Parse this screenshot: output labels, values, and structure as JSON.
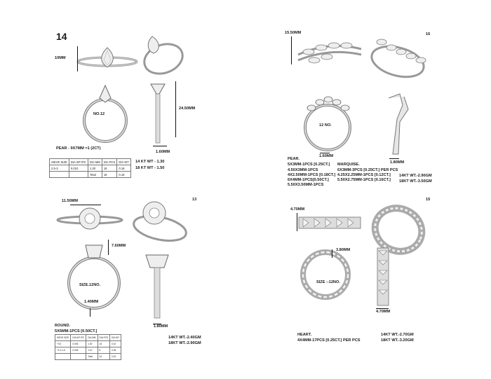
{
  "design14": {
    "number": "14",
    "height": "10MM",
    "side_height": "24.50MM",
    "band_width": "1.60MM",
    "size_label": "NO.12",
    "stone": "PEAR - 9X7MM =1 (2CT)",
    "weights": [
      "14 KT WT - 1.30",
      "18 KT WT - 1.50"
    ],
    "table": {
      "headers": [
        "SIEVE SIZE",
        "DIA WT./PC",
        "DIA MM",
        "DIA PCS",
        "DIA WT"
      ],
      "rows": [
        [
          "2.5-3",
          "0.010",
          "1.30",
          "16",
          "0.16"
        ],
        [
          "",
          "",
          "Total",
          "16",
          "0.16"
        ]
      ]
    }
  },
  "design16": {
    "number": "16",
    "height": "15.50MM",
    "band_width": "1.60MM",
    "side_width": "1.80MM",
    "size_label": "12 NO.",
    "pear_title": "PEAR.",
    "pear_lines": [
      "5X3MM-1PCS [0.25CT.]",
      "4.50X3MM-1PCS",
      "4X2.50MM-1PCS [0.18CT.]",
      "6X4MM-1PCS[0.50CT.]",
      "5.50X3.50MM-1PCS"
    ],
    "marquise_title": "MARQUISE.",
    "marquise_lines": [
      "6X3MM-3PCS [0.25CT.] PER PCS",
      "4.25X2.25MM-1PCS [0.12CT.]",
      "5.50X2.75MM-1PCS [0.16CT.]"
    ],
    "weights": [
      "14KT WT.-2.90GM",
      "18KT WT.-3.50GM"
    ]
  },
  "design13": {
    "number": "13",
    "width": "11.50MM",
    "height": "7.60MM",
    "band_width": "1.40MM",
    "side_width": "1.80MM",
    "size_label": "SIZE.12NO.",
    "stone_title": "ROUND.",
    "stone_line": "5X5MM-1PCS [0.50CT.]",
    "weights": [
      "14KT WT.-2.40GM",
      "18KT WT.-2.90GM"
    ],
    "table": {
      "headers": [
        "SIEVE SIZE",
        "DIA WT./PC",
        "DIA MM",
        "DIA PCS",
        "DIA WT"
      ],
      "rows": [
        [
          "+3.0",
          "0.006",
          "1.30",
          "16",
          "0.10"
        ],
        [
          "+1.0-1.5",
          "0.006",
          "1.10",
          "8",
          "0.05"
        ],
        [
          "",
          "",
          "Total",
          "24",
          "0.15"
        ]
      ]
    }
  },
  "design15": {
    "number": "15",
    "height": "4.70MM",
    "inner": "3.80MM",
    "side": "4.70MM",
    "size_label": "SIZE :-12NO.",
    "stone_title": "HEART.",
    "stone_line": "4X4MM-17PCS [0.25CT.] PER PCS",
    "weights": [
      "14KT WT.-2.70GM",
      "18KT WT.-3.20GM"
    ]
  }
}
